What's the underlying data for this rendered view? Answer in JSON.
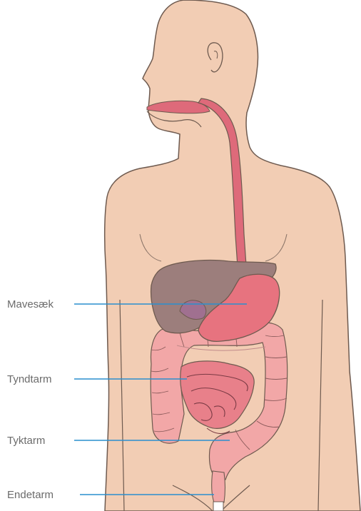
{
  "labels": {
    "stomach": "Mavesæk",
    "small_intestine": "Tyndtarm",
    "large_intestine": "Tyktarm",
    "rectum": "Endetarm"
  },
  "colors": {
    "skin": "#f2cdb4",
    "outline": "#6e5a4f",
    "esophagus": "#de6a7a",
    "liver": "#9c7e7c",
    "stomach": "#e7737f",
    "intestine": "#f2a7a7",
    "small_intestine": "#e8808a",
    "leader_line": "#2a8fce"
  }
}
